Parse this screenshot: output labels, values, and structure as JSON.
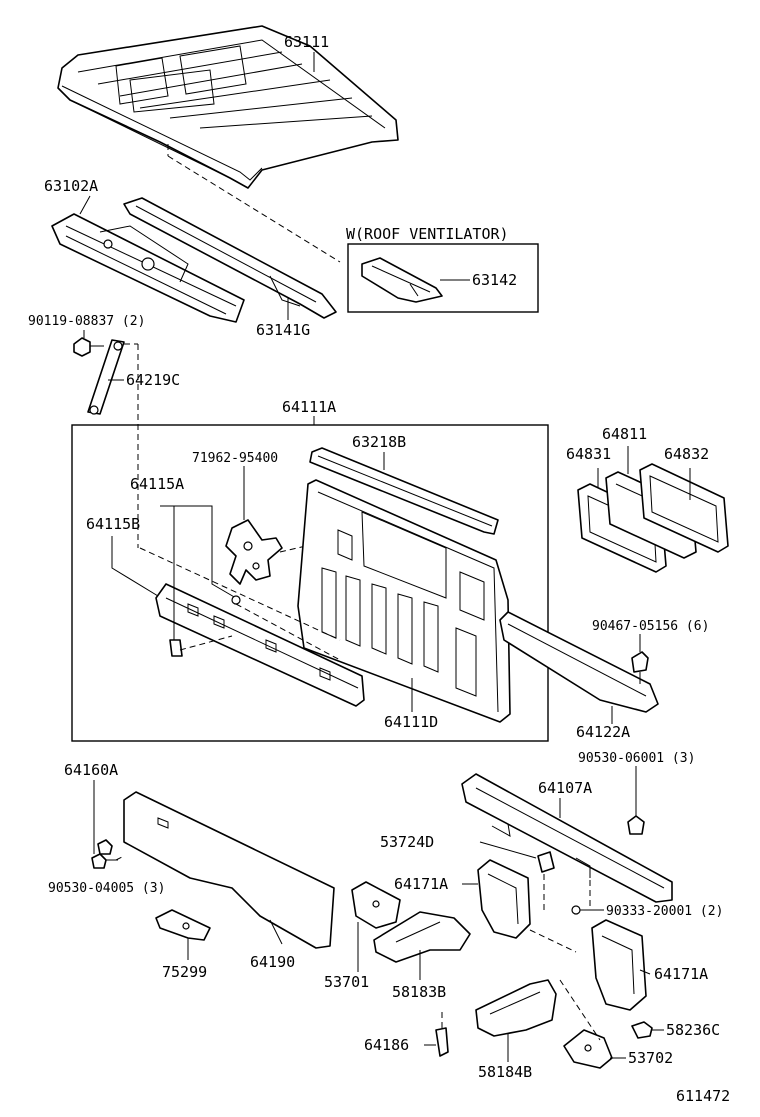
{
  "labels": {
    "p63111": "63111",
    "p63102A": "63102A",
    "p63141G": "63141G",
    "roof_vent": "W(ROOF VENTILATOR)",
    "p63142": "63142",
    "p90119": "90119-08837 (2)",
    "p64219C": "64219C",
    "p64111A": "64111A",
    "p71962": "71962-95400",
    "p63218B": "63218B",
    "p64115A": "64115A",
    "p64115B": "64115B",
    "p64111D": "64111D",
    "p64811": "64811",
    "p64831": "64831",
    "p64832": "64832",
    "p90467": "90467-05156 (6)",
    "p64122A": "64122A",
    "p64160A": "64160A",
    "p90530_06001": "90530-06001 (3)",
    "p64107A": "64107A",
    "p53724D": "53724D",
    "p64171A_1": "64171A",
    "p90530_04005": "90530-04005 (3)",
    "p90333": "90333-20001 (2)",
    "p75299": "75299",
    "p64190": "64190",
    "p53701": "53701",
    "p58183B": "58183B",
    "p64171A_2": "64171A",
    "p58236C": "58236C",
    "p64186": "64186",
    "p58184B": "58184B",
    "p53702": "53702",
    "diagram_id": "611472"
  }
}
